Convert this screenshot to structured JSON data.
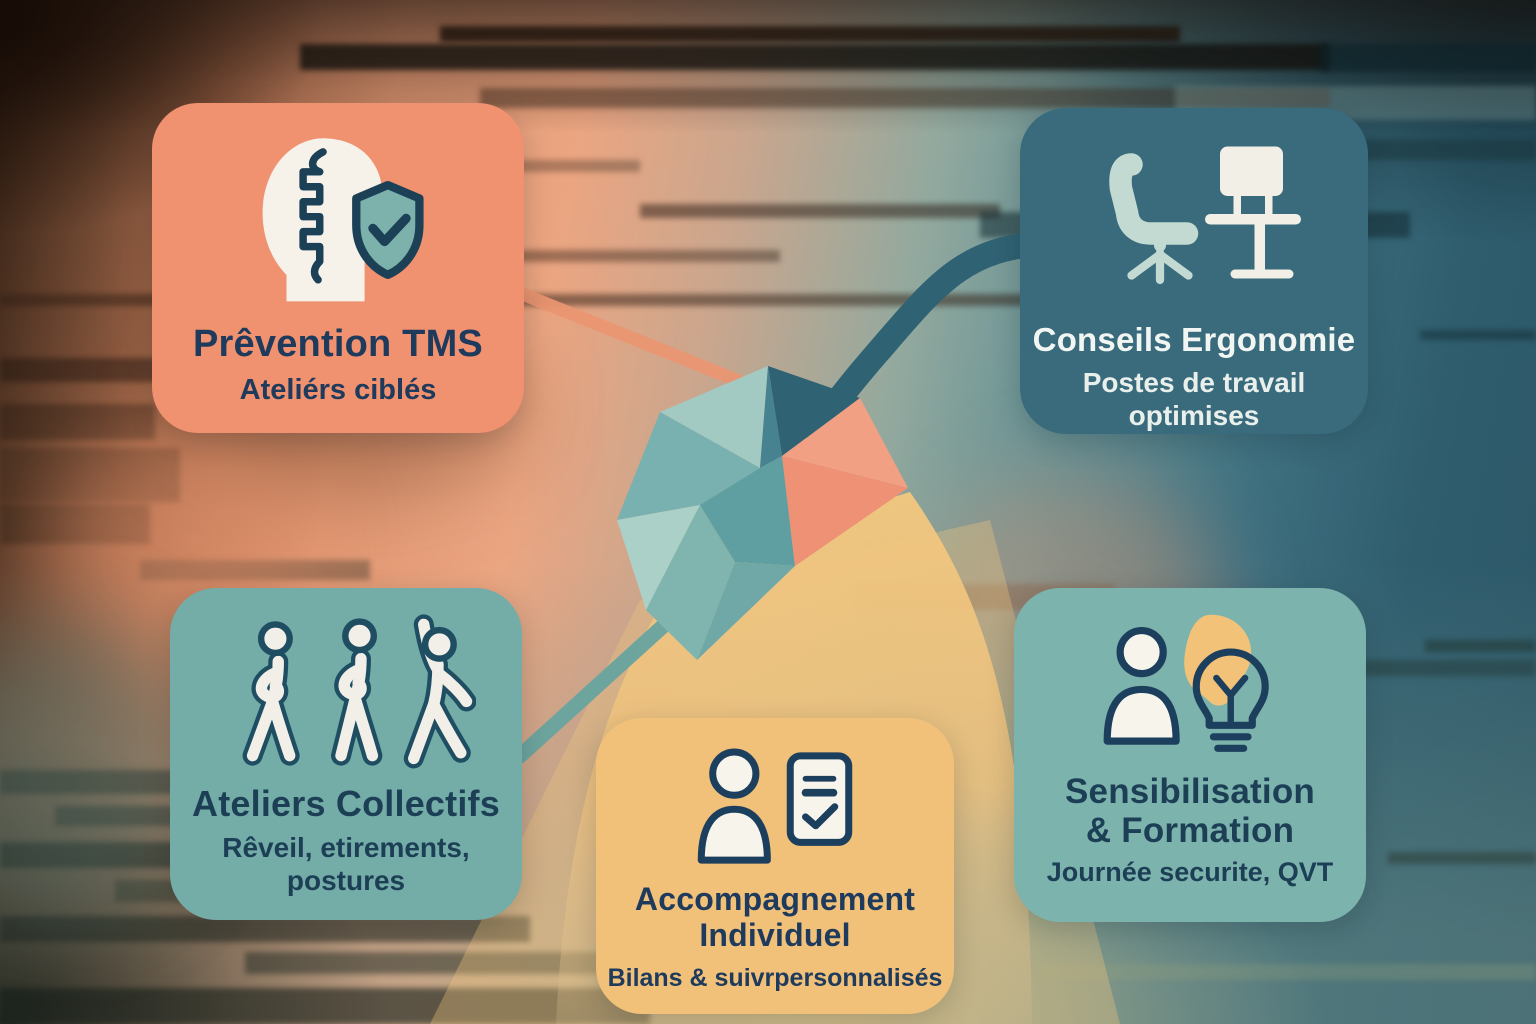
{
  "infographic": {
    "cards": [
      {
        "id": "prevention-tms",
        "title": "Prêvention TMS",
        "subtitle": "Ateliérs ciblés",
        "icon": "spine-shield-check",
        "bg": "#F0916F"
      },
      {
        "id": "conseils-ergonomie",
        "title": "Conseils Ergonomie",
        "subtitle": "Postes de travail\noptimises",
        "icon": "ergonomic-chair-desk",
        "bg": "#3A6B7D"
      },
      {
        "id": "ateliers-collectifs",
        "title": "Ateliers Collectifs",
        "subtitle": "Rêveil, etirements,\npostures",
        "icon": "three-people-stretching",
        "bg": "#74ACA8"
      },
      {
        "id": "accompagnement-individuel",
        "title": "Accompagnement\nIndividuel",
        "subtitle": "Bilans & suivrpersonnalisés",
        "icon": "person-checklist",
        "bg": "#F1C17A"
      },
      {
        "id": "sensibilisation-formation",
        "title": "Sensibilisation\n& Formation",
        "subtitle": "Journée securite, QVT",
        "icon": "person-idea-lightbulb",
        "bg": "#7DB3AD"
      }
    ],
    "center_graphic": "low-poly-umbrella",
    "colors": {
      "title_navy": "#1E3A5C",
      "title_light": "#F2F6F2",
      "icon_outline": "#1C4156",
      "icon_white": "#F6F2EA",
      "icon_sage": "#C3DAD2",
      "canopy_teal_dark": "#2F6373",
      "canopy_teal": "#79B1B0",
      "canopy_pale": "#A9CFC8",
      "canopy_salmon": "#EF957B",
      "fan_yellow": "#F3C77E",
      "connector_salmon": "#EB9571",
      "connector_teal": "#68A4A0",
      "connector_dark_teal": "#2F6273"
    }
  }
}
